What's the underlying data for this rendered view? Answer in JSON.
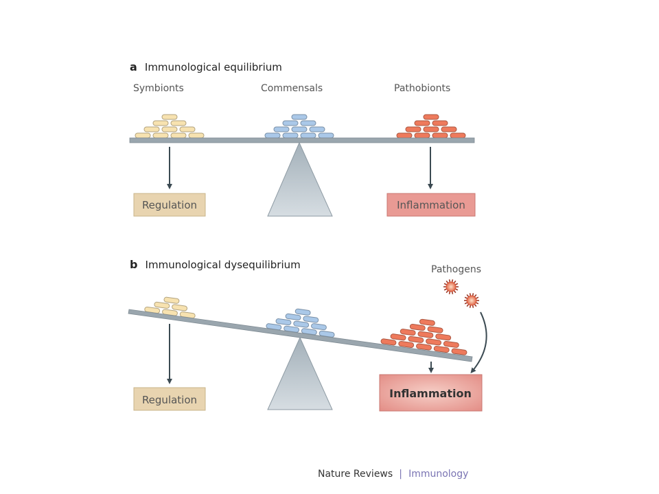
{
  "panel_a": {
    "letter": "a",
    "title": "Immunological equilibrium",
    "categories": [
      "Symbionts",
      "Commensals",
      "Pathobionts"
    ],
    "piles": {
      "symbionts": 10,
      "commensals": 10,
      "pathobionts": 10
    },
    "outcomes": {
      "left": "Regulation",
      "right": "Inflammation"
    }
  },
  "panel_b": {
    "letter": "b",
    "title": "Immunological dysequilibrium",
    "pathogens_label": "Pathogens",
    "piles": {
      "symbionts": 6,
      "commensals": 10,
      "pathobionts": 15
    },
    "outcomes": {
      "left": "Regulation",
      "right": "Inflammation"
    }
  },
  "colors": {
    "symbiont": "#f7e2b0",
    "commensal": "#aac8e8",
    "pathobiont": "#ee7a5c",
    "beam": "#9aa6ae",
    "fulcrum": "#b8c4cc",
    "regulation_box": "#e8d4b0",
    "inflammation_box": "#e99a94",
    "pathogen": "#d9553a"
  },
  "footer": {
    "journal": "Nature Reviews",
    "separator": "|",
    "subject": "Immunology"
  }
}
